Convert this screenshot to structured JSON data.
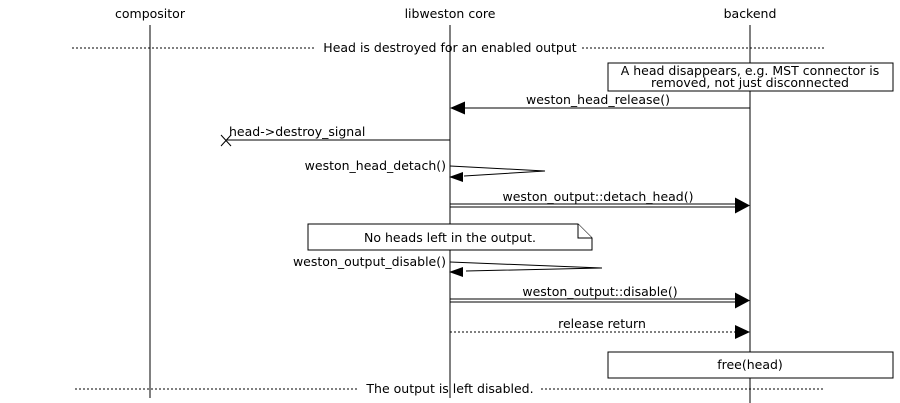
{
  "diagram": {
    "type": "sequence-diagram",
    "colors": {
      "line": "#000000",
      "text": "#000000",
      "background": "#ffffff"
    },
    "participants": [
      {
        "name": "compositor"
      },
      {
        "name": "libweston core"
      },
      {
        "name": "backend"
      }
    ],
    "top_divider": {
      "label": "Head is destroyed for an enabled output"
    },
    "bottom_divider": {
      "label": "The output is left disabled."
    },
    "note_head_disappears": {
      "line1": "A head disappears, e.g. MST connector is",
      "line2": "removed, not just disconnected"
    },
    "note_no_heads": {
      "label": "No heads left in the output."
    },
    "box_free_head": {
      "label": "free(head)"
    },
    "messages": {
      "head_release": {
        "label": "weston_head_release()",
        "from": "backend",
        "to": "libweston core",
        "kind": "call"
      },
      "destroy_signal": {
        "label": "head->destroy_signal",
        "from": "libweston core",
        "to": "lost",
        "kind": "lost-message"
      },
      "head_detach": {
        "label": "weston_head_detach()",
        "on": "libweston core",
        "kind": "self-call"
      },
      "detach_head": {
        "label": "weston_output::detach_head()",
        "from": "libweston core",
        "to": "backend",
        "kind": "method-call"
      },
      "output_disable": {
        "label": "weston_output_disable()",
        "on": "libweston core",
        "kind": "self-call"
      },
      "disable": {
        "label": "weston_output::disable()",
        "from": "libweston core",
        "to": "backend",
        "kind": "method-call"
      },
      "release_return": {
        "label": "release return",
        "from": "libweston core",
        "to": "backend",
        "kind": "return"
      }
    }
  }
}
